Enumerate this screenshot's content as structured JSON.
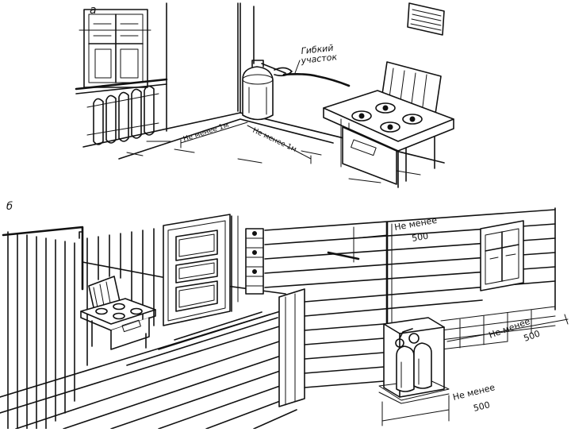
{
  "figure": {
    "panel_a_label": "а",
    "panel_b_label": "б",
    "flexible_section_line1": "Гибкий",
    "flexible_section_line2": "участок",
    "a_floor_label_1": "Не менее 1м",
    "a_floor_label_2": "Не менее 1м",
    "b_wall_label_1": "Не менее",
    "b_wall_label_2": "500",
    "b_right_label_1": "Не менее",
    "b_right_label_2": "500",
    "b_bottom_label_1": "Не менее",
    "b_bottom_label_2": "500"
  }
}
